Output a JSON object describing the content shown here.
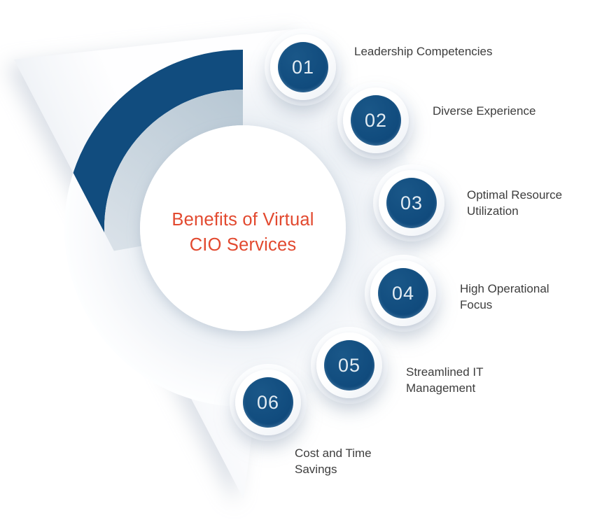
{
  "diagram": {
    "title_line1": "Benefits of Virtual",
    "title_line2": "CIO Services",
    "items": [
      {
        "number": "01",
        "label": "Leadership Competencies"
      },
      {
        "number": "02",
        "label": "Diverse Experience"
      },
      {
        "number": "03",
        "label": "Optimal Resource Utilization"
      },
      {
        "number": "04",
        "label": "High Operational Focus"
      },
      {
        "number": "05",
        "label": "Streamlined IT Management"
      },
      {
        "number": "06",
        "label": "Cost and Time Savings"
      }
    ],
    "colors": {
      "navy": "#114c7e",
      "arc_light": "#c3d1db",
      "title_red": "#e2492f",
      "label_gray": "#3d3d3d",
      "number_text": "#e3ecf3"
    }
  }
}
